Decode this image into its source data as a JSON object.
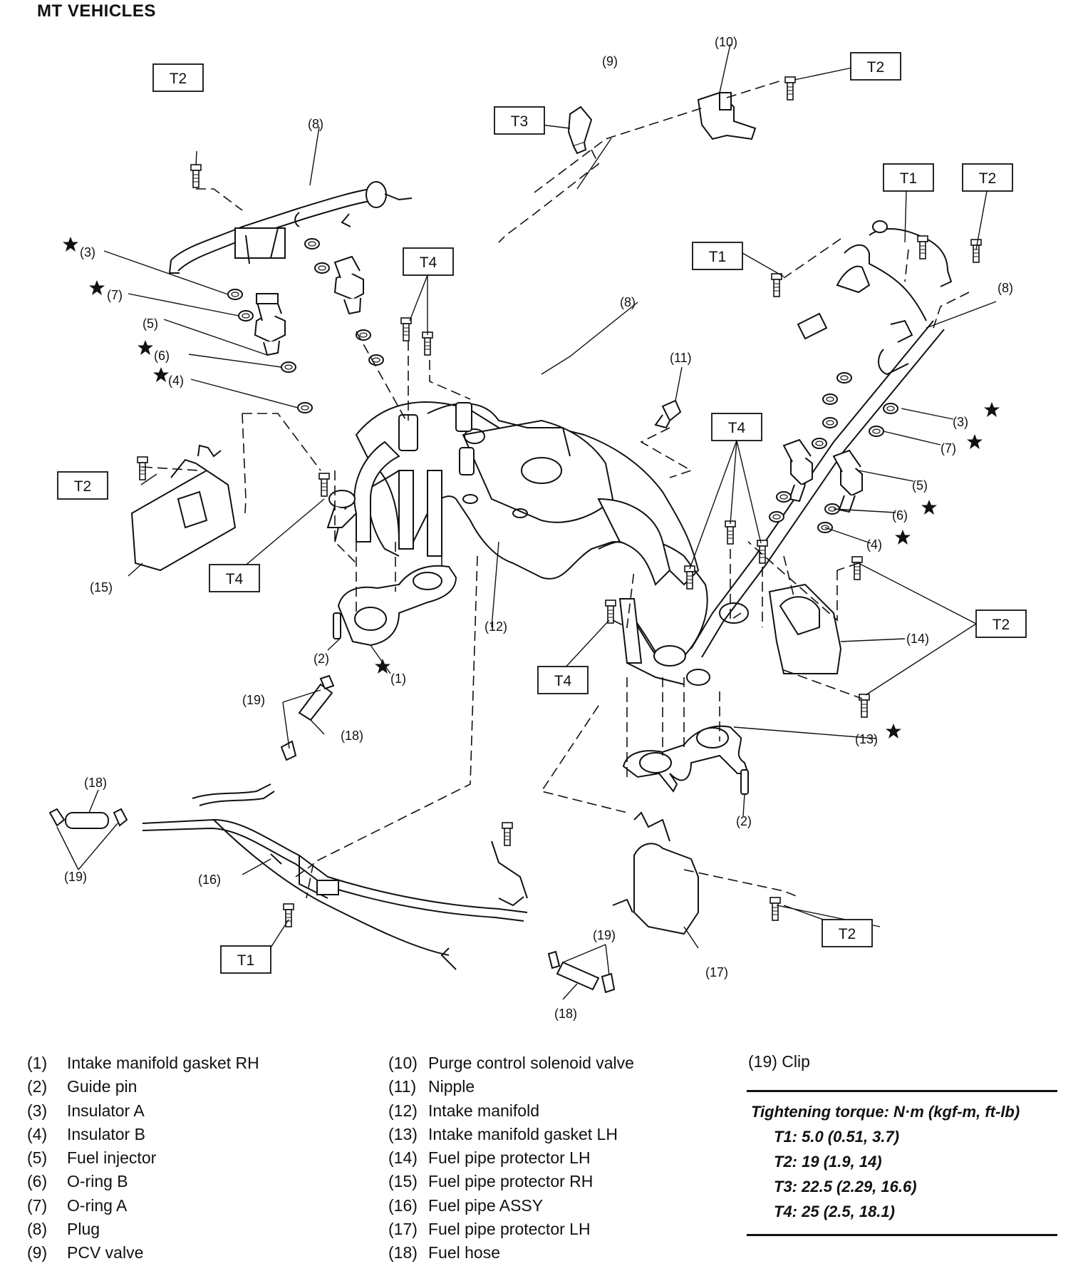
{
  "title": "MT VEHICLES",
  "torque_boxes": [
    "T1",
    "T2",
    "T3",
    "T4"
  ],
  "callouts": {
    "c1": "(1)",
    "c2": "(2)",
    "c3": "(3)",
    "c4": "(4)",
    "c5": "(5)",
    "c6": "(6)",
    "c7": "(7)",
    "c8": "(8)",
    "c9": "(9)",
    "c10": "(10)",
    "c11": "(11)",
    "c12": "(12)",
    "c13": "(13)",
    "c14": "(14)",
    "c15": "(15)",
    "c16": "(16)",
    "c17": "(17)",
    "c18": "(18)",
    "c19": "(19)"
  },
  "legend": {
    "col1": [
      {
        "num": "(1)",
        "label": "Intake manifold gasket RH"
      },
      {
        "num": "(2)",
        "label": "Guide pin"
      },
      {
        "num": "(3)",
        "label": "Insulator A"
      },
      {
        "num": "(4)",
        "label": "Insulator B"
      },
      {
        "num": "(5)",
        "label": "Fuel injector"
      },
      {
        "num": "(6)",
        "label": "O-ring B"
      },
      {
        "num": "(7)",
        "label": "O-ring A"
      },
      {
        "num": "(8)",
        "label": "Plug"
      },
      {
        "num": "(9)",
        "label": "PCV valve"
      }
    ],
    "col2": [
      {
        "num": "(10)",
        "label": "Purge control solenoid valve"
      },
      {
        "num": "(11)",
        "label": "Nipple"
      },
      {
        "num": "(12)",
        "label": "Intake manifold"
      },
      {
        "num": "(13)",
        "label": "Intake manifold gasket LH"
      },
      {
        "num": "(14)",
        "label": "Fuel pipe protector LH"
      },
      {
        "num": "(15)",
        "label": "Fuel pipe protector RH"
      },
      {
        "num": "(16)",
        "label": "Fuel pipe ASSY"
      },
      {
        "num": "(17)",
        "label": "Fuel pipe protector LH"
      },
      {
        "num": "(18)",
        "label": "Fuel hose"
      }
    ],
    "col3": [
      {
        "num": "(19)",
        "label": "Clip"
      }
    ]
  },
  "torque": {
    "heading": "Tightening torque: N·m (kgf-m, ft-lb)",
    "items": [
      "T1: 5.0 (0.51, 3.7)",
      "T2: 19 (1.9, 14)",
      "T3: 22.5 (2.29, 16.6)",
      "T4: 25 (2.5, 18.1)"
    ]
  }
}
